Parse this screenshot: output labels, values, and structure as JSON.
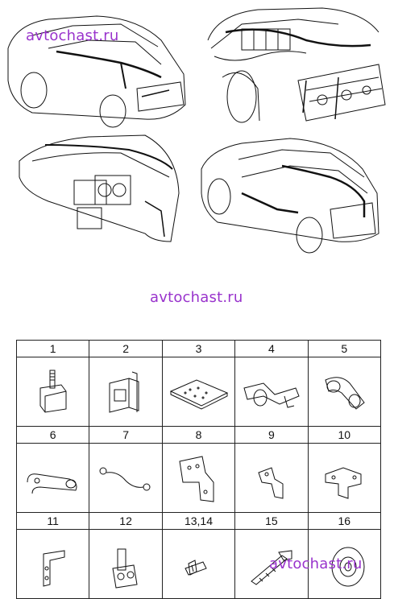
{
  "watermarks": [
    "avtochast.ru",
    "avtochast.ru",
    "avtochast.ru"
  ],
  "parts": [
    {
      "label": "1",
      "icon": "stud-bracket-icon"
    },
    {
      "label": "2",
      "icon": "box-bracket-icon"
    },
    {
      "label": "3",
      "icon": "foam-pad-icon"
    },
    {
      "label": "4",
      "icon": "harness-clip-icon"
    },
    {
      "label": "5",
      "icon": "grommet-clip-icon"
    },
    {
      "label": "6",
      "icon": "cable-clamp-icon"
    },
    {
      "label": "7",
      "icon": "ground-strap-icon"
    },
    {
      "label": "8",
      "icon": "mounting-plate-icon"
    },
    {
      "label": "9",
      "icon": "small-bracket-icon"
    },
    {
      "label": "10",
      "icon": "angle-bracket-icon"
    },
    {
      "label": "11",
      "icon": "l-bracket-icon"
    },
    {
      "label": "12",
      "icon": "double-clip-icon"
    },
    {
      "label": "13,14",
      "icon": "bolt-icon"
    },
    {
      "label": "15",
      "icon": "cable-tie-icon"
    },
    {
      "label": "16",
      "icon": "horn-icon"
    }
  ]
}
